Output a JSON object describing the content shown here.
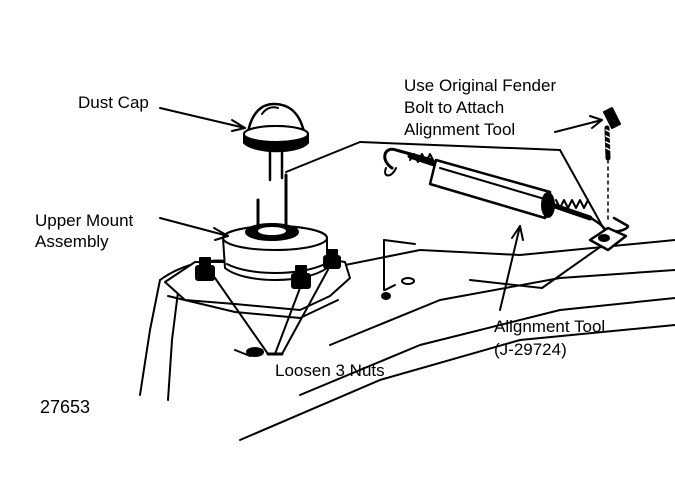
{
  "labels": {
    "dust_cap": "Dust Cap",
    "upper_mount_line1": "Upper Mount",
    "upper_mount_line2": "Assembly",
    "fender_line1": "Use Original Fender",
    "fender_line2": "Bolt to Attach",
    "fender_line3": "Alignment Tool",
    "alignment_tool_line1": "Alignment Tool",
    "alignment_tool_line2": "(J-29724)",
    "loosen_nuts": "Loosen 3 Nuts"
  },
  "figure_number": "27653",
  "colors": {
    "ink": "#000000",
    "paper": "#ffffff"
  }
}
